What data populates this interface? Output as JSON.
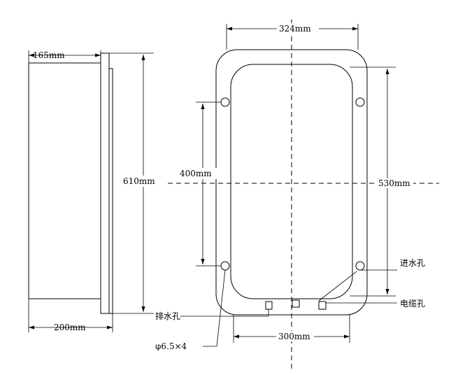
{
  "dimensions": {
    "side_depth_top": "165mm",
    "side_height": "610mm",
    "side_depth_bottom": "200mm",
    "front_width_top": "324mm",
    "hole_spacing_vertical": "400mm",
    "inner_height": "530mm",
    "front_width_bottom": "300mm"
  },
  "callouts": {
    "water_inlet": "进水孔",
    "cable_hole": "电缆孔",
    "drain_hole": "排水孔",
    "mount_holes": "φ6.5×4"
  },
  "colors": {
    "line": "#000000",
    "background": "#ffffff"
  }
}
